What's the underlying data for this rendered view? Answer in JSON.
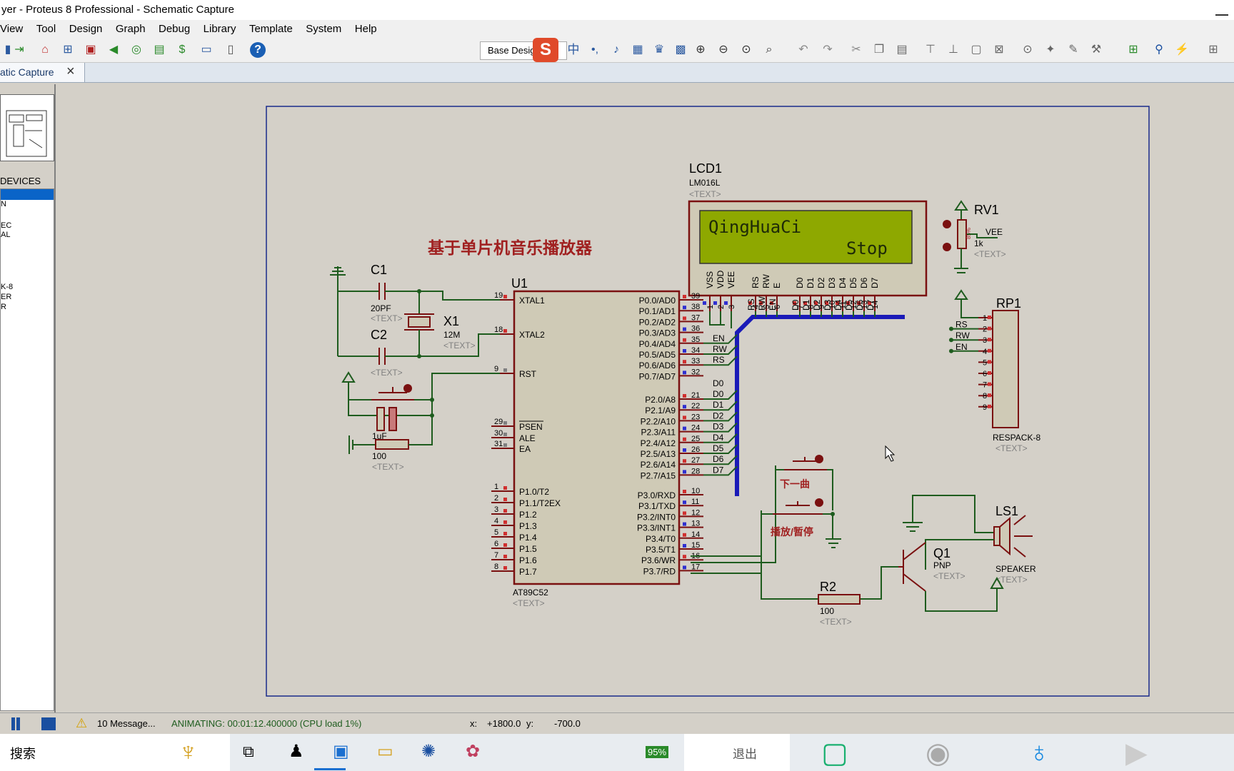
{
  "window": {
    "title": "yer - Proteus 8 Professional - Schematic Capture"
  },
  "menu": [
    "View",
    "Tool",
    "Design",
    "Graph",
    "Debug",
    "Library",
    "Template",
    "System",
    "Help"
  ],
  "toolbar": {
    "layer_select": "Base Desig",
    "ime_label": "中"
  },
  "tab": {
    "label": "atic Capture"
  },
  "panel": {
    "header": "DEVICES",
    "items": [
      "",
      "N",
      "",
      "EC",
      "AL",
      "",
      "",
      "",
      "K-8",
      "ER",
      "R"
    ]
  },
  "schematic": {
    "title": "基于单片机音乐播放器",
    "text_placeholder": "<TEXT>",
    "lcd": {
      "ref": "LCD1",
      "part": "LM016L",
      "line1": "QingHuaCi",
      "line2": "Stop",
      "pin_names": [
        "VSS",
        "VDD",
        "VEE",
        "RS",
        "RW",
        "E",
        "D0",
        "D1",
        "D2",
        "D3",
        "D4",
        "D5",
        "D6",
        "D7"
      ],
      "pin_numbers": [
        "1",
        "2",
        "3",
        "4",
        "5",
        "6",
        "7",
        "8",
        "9",
        "10",
        "11",
        "12",
        "13",
        "14"
      ]
    },
    "rv1": {
      "ref": "RV1",
      "value": "1k",
      "pct": "85%",
      "net": "VEE"
    },
    "rp1": {
      "ref": "RP1",
      "part": "RESPACK-8",
      "pins": [
        "1",
        "2",
        "3",
        "4",
        "5",
        "6",
        "7",
        "8",
        "9"
      ],
      "nets": [
        "RS",
        "RW",
        "EN"
      ]
    },
    "c1": {
      "ref": "C1",
      "value": "20PF"
    },
    "c2": {
      "ref": "C2"
    },
    "x1": {
      "ref": "X1",
      "value": "12M"
    },
    "c3": {
      "value": "1uF"
    },
    "r1": {
      "value": "100"
    },
    "r2": {
      "ref": "R2",
      "value": "100"
    },
    "u1": {
      "ref": "U1",
      "part": "AT89C52",
      "left_pins": [
        {
          "num": "19",
          "name": "XTAL1"
        },
        {
          "num": "18",
          "name": "XTAL2"
        },
        {
          "num": "9",
          "name": "RST"
        },
        {
          "num": "29",
          "name": "PSEN"
        },
        {
          "num": "30",
          "name": "ALE"
        },
        {
          "num": "31",
          "name": "EA"
        },
        {
          "num": "1",
          "name": "P1.0/T2"
        },
        {
          "num": "2",
          "name": "P1.1/T2EX"
        },
        {
          "num": "3",
          "name": "P1.2"
        },
        {
          "num": "4",
          "name": "P1.3"
        },
        {
          "num": "5",
          "name": "P1.4"
        },
        {
          "num": "6",
          "name": "P1.5"
        },
        {
          "num": "7",
          "name": "P1.6"
        },
        {
          "num": "8",
          "name": "P1.7"
        }
      ],
      "right_pins": [
        {
          "num": "39",
          "name": "P0.0/AD0"
        },
        {
          "num": "38",
          "name": "P0.1/AD1"
        },
        {
          "num": "37",
          "name": "P0.2/AD2"
        },
        {
          "num": "36",
          "name": "P0.3/AD3"
        },
        {
          "num": "35",
          "name": "P0.4/AD4"
        },
        {
          "num": "34",
          "name": "P0.5/AD5"
        },
        {
          "num": "33",
          "name": "P0.6/AD6"
        },
        {
          "num": "32",
          "name": "P0.7/AD7"
        },
        {
          "num": "21",
          "name": "P2.0/A8"
        },
        {
          "num": "22",
          "name": "P2.1/A9"
        },
        {
          "num": "23",
          "name": "P2.2/A10"
        },
        {
          "num": "24",
          "name": "P2.3/A11"
        },
        {
          "num": "25",
          "name": "P2.4/A12"
        },
        {
          "num": "26",
          "name": "P2.5/A13"
        },
        {
          "num": "27",
          "name": "P2.6/A14"
        },
        {
          "num": "28",
          "name": "P2.7/A15"
        },
        {
          "num": "10",
          "name": "P3.0/RXD"
        },
        {
          "num": "11",
          "name": "P3.1/TXD"
        },
        {
          "num": "12",
          "name": "P3.2/INT0"
        },
        {
          "num": "13",
          "name": "P3.3/INT1"
        },
        {
          "num": "14",
          "name": "P3.4/T0"
        },
        {
          "num": "15",
          "name": "P3.5/T1"
        },
        {
          "num": "16",
          "name": "P3.6/WR"
        },
        {
          "num": "17",
          "name": "P3.7/RD"
        }
      ]
    },
    "bus_labels_p0": [
      "EN",
      "RW",
      "RS"
    ],
    "bus_labels_p2": [
      "D0",
      "D1",
      "D2",
      "D3",
      "D4",
      "D5",
      "D6",
      "D7"
    ],
    "bus_labels_lcd": [
      "RS",
      "RW",
      "EN",
      "D0",
      "D1",
      "D2",
      "D3",
      "D4",
      "D5",
      "D6",
      "D7"
    ],
    "btn_next": "下一曲",
    "btn_play": "播放/暂停",
    "ls1": {
      "ref": "LS1",
      "part": "SPEAKER"
    },
    "q1": {
      "ref": "Q1",
      "part": "PNP"
    }
  },
  "status": {
    "messages": "10 Message...",
    "animating": "ANIMATING: 00:01:12.400000 (CPU load 1%)",
    "x_label": "x:",
    "x_value": "+1800.0",
    "y_label": "y:",
    "y_value": "-700.0"
  },
  "taskbar": {
    "search": "搜索",
    "battery": "95%",
    "exit": "退出"
  }
}
